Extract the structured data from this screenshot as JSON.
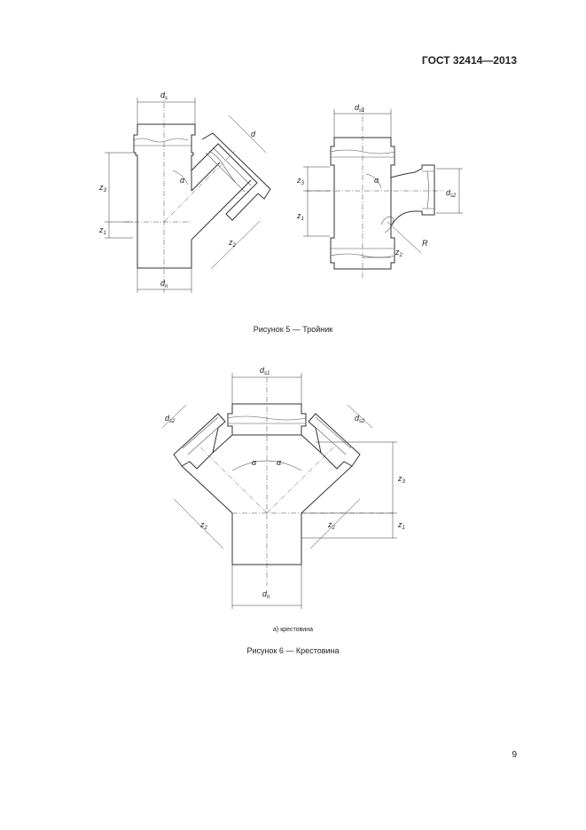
{
  "header": {
    "standard": "ГОСТ 32414—2013"
  },
  "figure5": {
    "caption": "Рисунок 5 — Тройник",
    "left_labels": {
      "ds": "d",
      "ds_sub": "s",
      "dn": "d",
      "dn_sub": "n",
      "z3": "z",
      "z3_sub": "3",
      "z1": "z",
      "z1_sub": "1",
      "z2": "z",
      "z2_sub": "2",
      "alpha": "α",
      "d_branch": "d"
    },
    "right_labels": {
      "ds1": "d",
      "ds1_sub": "s1",
      "ds2": "d",
      "ds2_sub": "s2",
      "z3": "z",
      "z3_sub": "3",
      "z1": "z",
      "z1_sub": "1",
      "z2": "z",
      "z2_sub": "2",
      "alpha": "α",
      "R": "R"
    }
  },
  "figure6": {
    "sub_caption": "а) крестовина",
    "caption": "Рисунок 6 — Крестовина",
    "labels": {
      "ds1": "d",
      "ds1_sub": "s1",
      "ds2_left": "d",
      "ds2_left_sub": "s2",
      "ds2_right": "d",
      "ds2_right_sub": "s2",
      "dn": "d",
      "dn_sub": "n",
      "z3": "z",
      "z3_sub": "3",
      "z1": "z",
      "z1_sub": "1",
      "z2_left": "z",
      "z2_left_sub": "2",
      "z2_right": "z",
      "z2_right_sub": "2",
      "alpha_left": "α",
      "alpha_right": "α"
    }
  },
  "page": {
    "number": "9"
  }
}
